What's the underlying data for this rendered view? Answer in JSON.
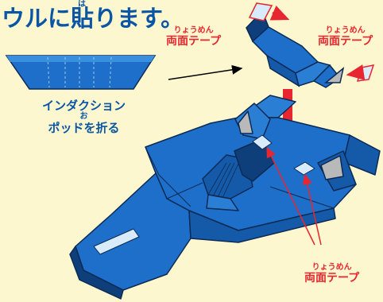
{
  "title": {
    "text": "ウルに貼ります。",
    "furigana": "は"
  },
  "labels": {
    "tape_top_left": {
      "reading": "りょうめん",
      "text": "両面テープ"
    },
    "tape_top_right": {
      "reading": "りょうめん",
      "text": "両面テープ"
    },
    "tape_bottom": {
      "reading": "りょうめん",
      "text": "両面テープ"
    },
    "fold_instruction": {
      "line1": "インダクション",
      "furigana": "お",
      "line2": "ポッドを折る"
    }
  },
  "colors": {
    "background": "#fdf7cf",
    "part_blue": "#1e6fc9",
    "outline": "#0b2a55",
    "label_red": "#e8262f",
    "label_blue": "#0b55a5",
    "tape": "#d7ebfb"
  }
}
